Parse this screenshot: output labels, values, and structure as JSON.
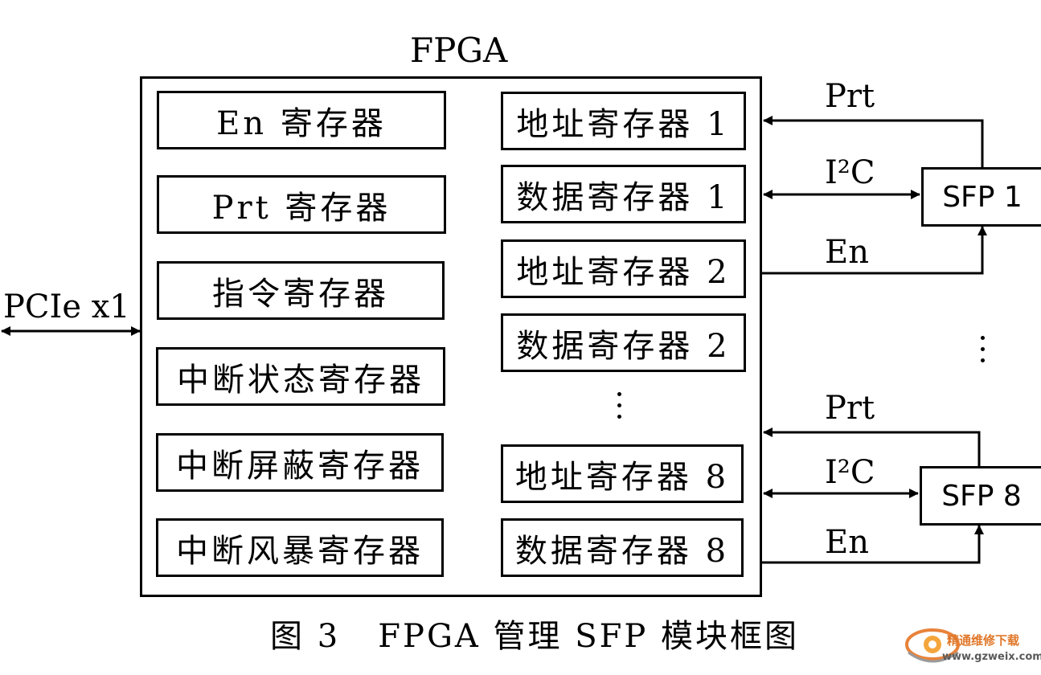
{
  "fpga": {
    "label": "FPGA"
  },
  "host_interface": {
    "label": "PCIe x1"
  },
  "left_registers": [
    "En 寄存器",
    "Prt 寄存器",
    "指令寄存器",
    "中断状态寄存器",
    "中断屏蔽寄存器",
    "中断风暴寄存器"
  ],
  "right_registers": [
    "地址寄存器 1",
    "数据寄存器 1",
    "地址寄存器 2",
    "数据寄存器 2",
    "地址寄存器 8",
    "数据寄存器 8"
  ],
  "sfp_modules": [
    {
      "label": "SFP 1",
      "signals": {
        "prt": "Prt",
        "i2c": "I²C",
        "en": "En"
      }
    },
    {
      "label": "SFP 8",
      "signals": {
        "prt": "Prt",
        "i2c": "I²C",
        "en": "En"
      }
    }
  ],
  "caption": "图 3   FPGA 管理 SFP 模块框图",
  "watermark": {
    "name": "精通维修下载",
    "url": "www.gzweix.com"
  }
}
